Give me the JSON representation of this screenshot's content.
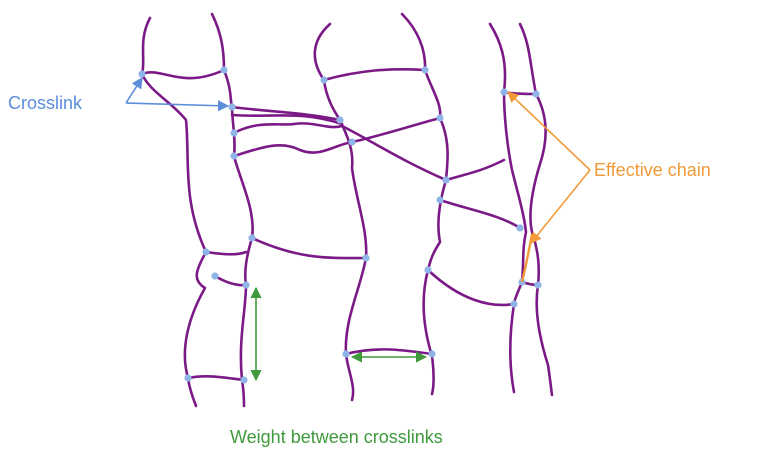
{
  "labels": {
    "crosslink": "Crosslink",
    "effective_chain": "Effective chain",
    "weight_between_crosslinks": "Weight between crosslinks"
  },
  "colors": {
    "chain": "#7b1a86",
    "crosslink_node": "#8fb4e8",
    "crosslink_annotation": "#5b8ddb",
    "effective_chain_annotation": "#f29a3a",
    "weight_annotation": "#3f9a3b",
    "background": "#ffffff"
  }
}
